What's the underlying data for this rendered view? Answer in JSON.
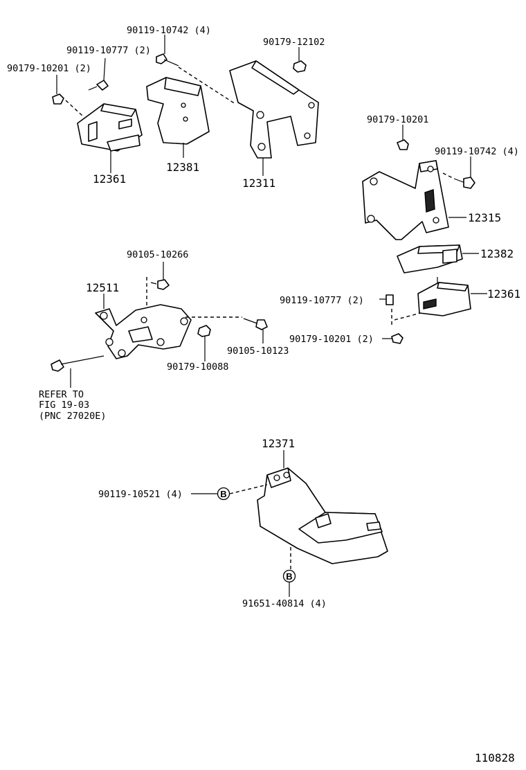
{
  "labels": {
    "p90119_10742_a": "90119-10742 (4)",
    "p90179_12102": "90179-12102",
    "p90119_10777_a": "90119-10777 (2)",
    "p90179_10201_a": "90179-10201 (2)",
    "p12361_a": "12361",
    "p12381": "12381",
    "p12311": "12311",
    "p90179_10201_b": "90179-10201",
    "p90119_10742_b": "90119-10742 (4)",
    "p12315": "12315",
    "p12382": "12382",
    "p12361_b": "12361",
    "p90119_10777_b": "90119-10777 (2)",
    "p90179_10201_c": "90179-10201 (2)",
    "p90105_10266": "90105-10266",
    "p12511": "12511",
    "p90105_10123": "90105-10123",
    "p90179_10088": "90179-10088",
    "ref_line1": "REFER TO",
    "ref_line2": "FIG 19-03",
    "ref_line3": "(PNC 27020E)",
    "p12371": "12371",
    "p90119_10521": "90119-10521 (4)",
    "p91651_40814": "91651-40814 (4)",
    "marker_b": "B",
    "figure_number": "110828"
  }
}
